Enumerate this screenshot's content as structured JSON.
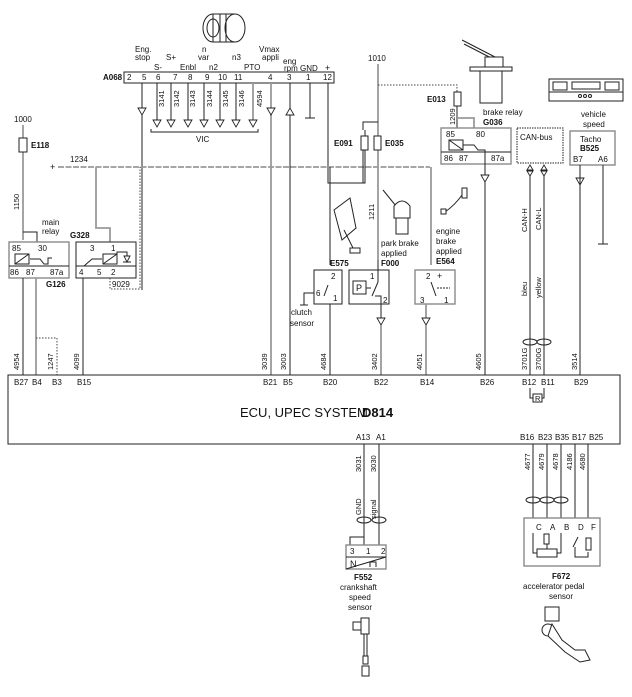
{
  "diagram": {
    "title": "ECU, UPEC SYSTEM",
    "title_code": "D814",
    "connector_a068": {
      "code": "A068",
      "pins": [
        "2",
        "5",
        "6",
        "7",
        "8",
        "9",
        "10",
        "11",
        "4",
        "3",
        "1",
        "12"
      ],
      "functions": {
        "eng_stop": "Eng. stop",
        "s_minus": "S-",
        "s_plus": "S+",
        "enbl": "Enbl",
        "n_var": "n var",
        "n2": "n2",
        "n3": "n3",
        "pto": "PTO",
        "vmax_appli": "Vmax appli",
        "eng_rpm": "eng rpm",
        "gnd": "GND",
        "plus": "+"
      },
      "wires": [
        "3141",
        "3142",
        "3143",
        "3144",
        "3145",
        "3146",
        "4594"
      ],
      "group_label": "VIC"
    },
    "supply": {
      "wire_1000": "1000",
      "wire_1010": "1010",
      "wire_1234": "1234",
      "plus_label": "+",
      "wire_1150": "1150",
      "wire_1211": "1211",
      "wire_1209": "1209"
    },
    "fuses": {
      "e118": "E118",
      "e091": "E091",
      "e035": "E035",
      "e013": "E013"
    },
    "main_relay": {
      "label": "main relay",
      "code": "G126",
      "pins": [
        "85",
        "30",
        "86",
        "87",
        "87a"
      ]
    },
    "relay_g328": {
      "code": "G328",
      "pins": [
        "3",
        "1",
        "4",
        "5",
        "2"
      ],
      "wire": "9029"
    },
    "brake_relay": {
      "label": "brake relay",
      "code": "G036",
      "pins": [
        "85",
        "80",
        "86",
        "87",
        "87a"
      ]
    },
    "can_bus": {
      "label": "CAN-bus",
      "can_h": "CAN-H",
      "can_l": "CAN-L",
      "bleu": "bleu",
      "yellow": "yellow"
    },
    "tacho": {
      "label": "Tacho",
      "code": "B525",
      "pins": [
        "B7",
        "A6"
      ],
      "caption": "vehicle speed"
    },
    "clutch_sensor": {
      "code": "E575",
      "caption": "clutch sensor",
      "pins": [
        "2",
        "6",
        "1"
      ]
    },
    "park_brake": {
      "code": "F000",
      "caption": "park brake applied",
      "symbol": "P",
      "pins": [
        "1",
        "2"
      ]
    },
    "engine_brake": {
      "code": "E564",
      "caption": "engine brake applied",
      "pins": [
        "2",
        "+",
        "3",
        "1"
      ]
    },
    "ecu_top_pins": [
      "B27",
      "B4",
      "B3",
      "B15",
      "B21",
      "B5",
      "B20",
      "B22",
      "B14",
      "B26",
      "B12",
      "B11",
      "B29"
    ],
    "ecu_top_wires": [
      "4954",
      "1247",
      "4099",
      "3039",
      "3003",
      "4684",
      "3402",
      "4051",
      "4605",
      "3701G",
      "3700G",
      "3514"
    ],
    "resistor_label": "R",
    "ecu_bottom_pins": [
      "A13",
      "A1",
      "B16",
      "B23",
      "B35",
      "B17",
      "B25"
    ],
    "crankshaft_sensor": {
      "code": "F552",
      "caption": "crankshaft speed sensor",
      "wires": [
        "3031",
        "3030"
      ],
      "wire_labels": [
        "GND",
        "signal"
      ],
      "pins": [
        "3",
        "1",
        "2"
      ],
      "symbol": "N"
    },
    "accelerator_sensor": {
      "code": "F672",
      "caption": "accelerator pedal sensor",
      "wires": [
        "4677",
        "4679",
        "4678",
        "4186",
        "4680"
      ],
      "pins": [
        "C",
        "A",
        "B",
        "D",
        "F"
      ]
    }
  }
}
